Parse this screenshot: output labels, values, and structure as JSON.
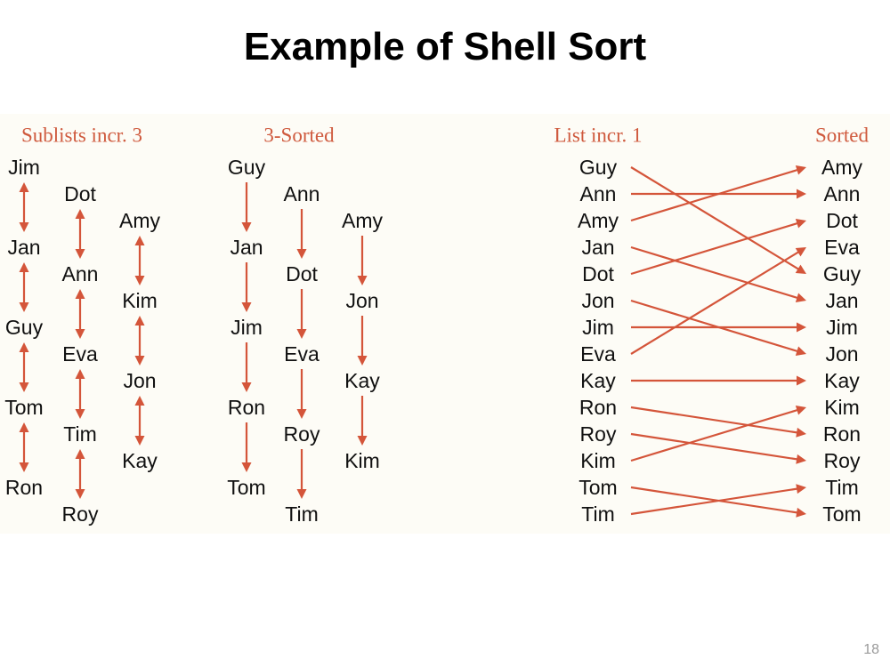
{
  "slide": {
    "title": "Example of Shell Sort",
    "page_number": "18"
  },
  "diagram": {
    "colors": {
      "arrow": "#d4553a",
      "header": "#cf5a3e",
      "text": "#111111",
      "panel": "#fdfcf6"
    },
    "headers": {
      "sublists": "Sublists incr. 3",
      "sorted3": "3-Sorted",
      "list1": "List incr. 1",
      "sorted": "Sorted"
    },
    "sublists": [
      [
        "Jim",
        "Jan",
        "Guy",
        "Tom",
        "Ron"
      ],
      [
        "Dot",
        "Ann",
        "Eva",
        "Tim",
        "Roy"
      ],
      [
        "Amy",
        "Kim",
        "Jon",
        "Kay"
      ]
    ],
    "sorted3": [
      [
        "Guy",
        "Jan",
        "Jim",
        "Ron",
        "Tom"
      ],
      [
        "Ann",
        "Dot",
        "Eva",
        "Roy",
        "Tim"
      ],
      [
        "Amy",
        "Jon",
        "Kay",
        "Kim"
      ]
    ],
    "list_incr1": [
      "Guy",
      "Ann",
      "Amy",
      "Jan",
      "Dot",
      "Jon",
      "Jim",
      "Eva",
      "Kay",
      "Ron",
      "Roy",
      "Kim",
      "Tom",
      "Tim"
    ],
    "sorted": [
      "Amy",
      "Ann",
      "Dot",
      "Eva",
      "Guy",
      "Jan",
      "Jim",
      "Jon",
      "Kay",
      "Kim",
      "Ron",
      "Roy",
      "Tim",
      "Tom"
    ]
  }
}
